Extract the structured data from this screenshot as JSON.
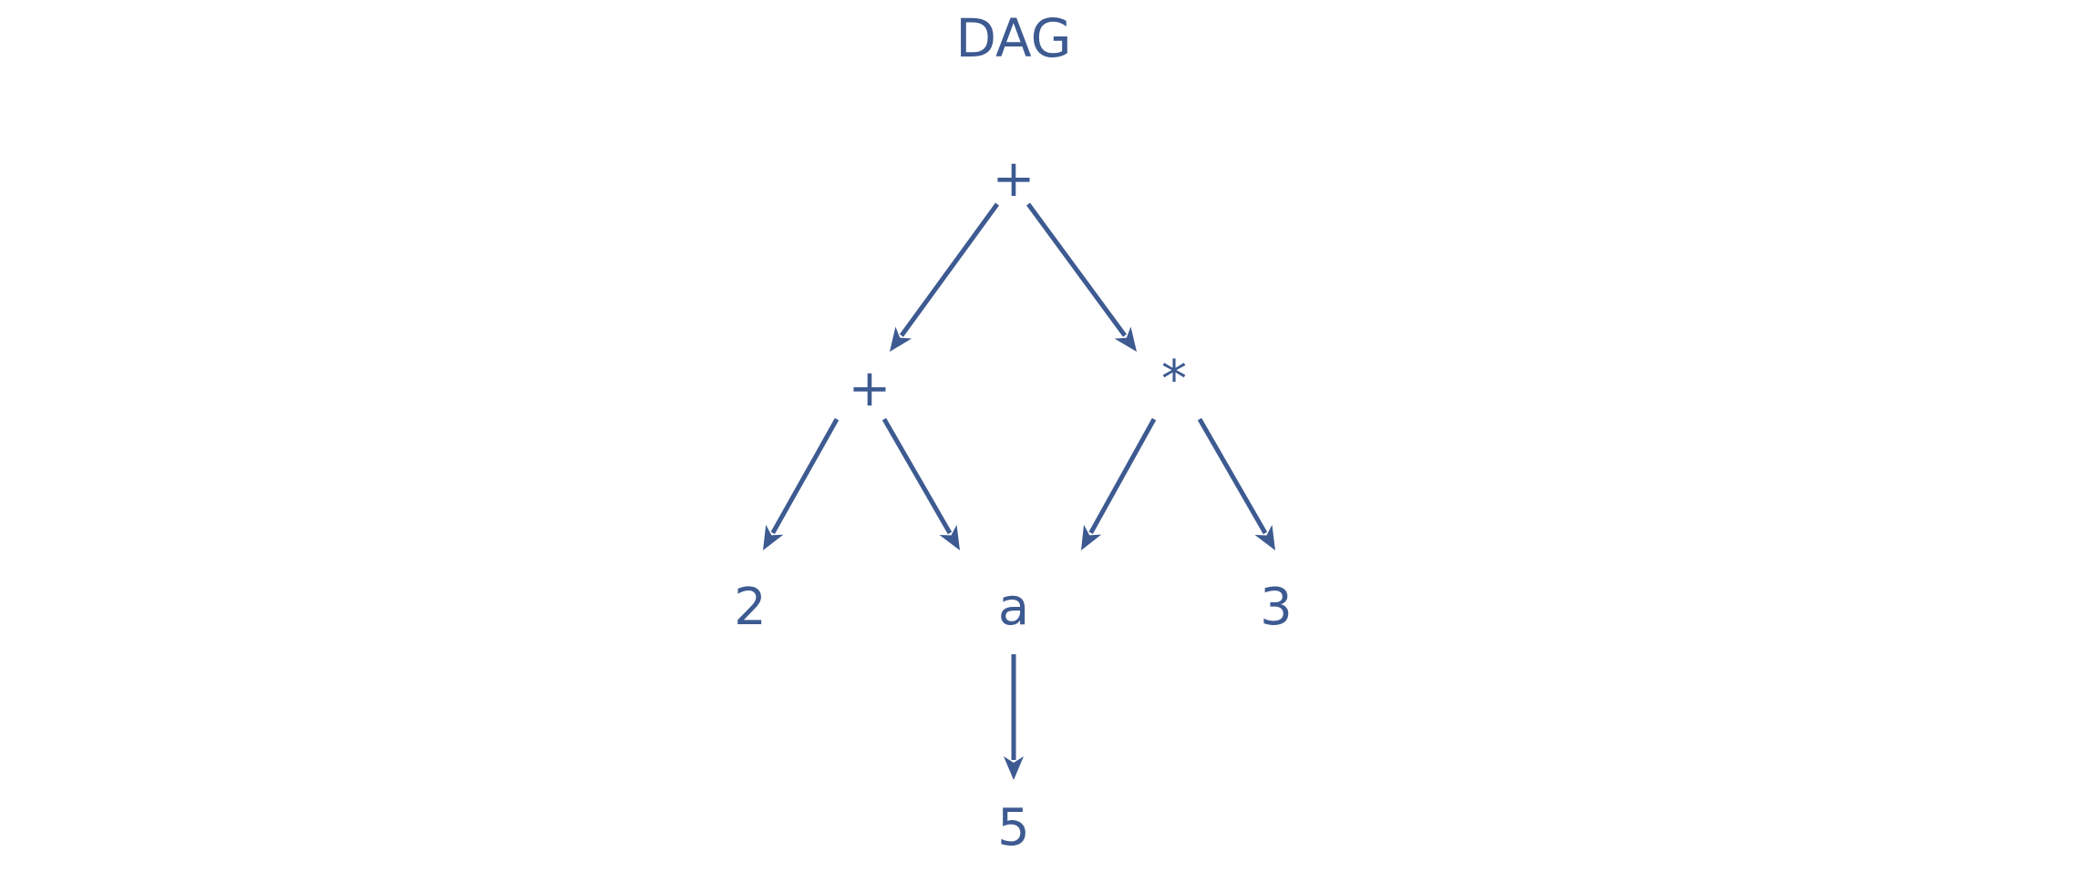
{
  "diagram": {
    "title": "DAG",
    "color": "#3d5a91",
    "nodes": [
      {
        "id": "root_plus",
        "label": "+"
      },
      {
        "id": "left_plus",
        "label": "+"
      },
      {
        "id": "times",
        "label": "*"
      },
      {
        "id": "two",
        "label": "2"
      },
      {
        "id": "a",
        "label": "a"
      },
      {
        "id": "three",
        "label": "3"
      },
      {
        "id": "five",
        "label": "5"
      }
    ],
    "edges": [
      {
        "from": "root_plus",
        "to": "left_plus"
      },
      {
        "from": "root_plus",
        "to": "times"
      },
      {
        "from": "left_plus",
        "to": "two"
      },
      {
        "from": "left_plus",
        "to": "a"
      },
      {
        "from": "times",
        "to": "a"
      },
      {
        "from": "times",
        "to": "three"
      },
      {
        "from": "a",
        "to": "five"
      }
    ]
  }
}
